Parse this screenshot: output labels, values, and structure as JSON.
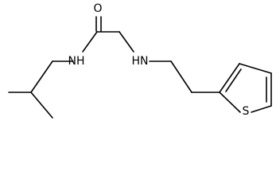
{
  "atoms": {
    "carbonyl_oxygen": "O",
    "amide_nitrogen": "NH",
    "amine_nitrogen": "HN",
    "thiophene_sulfur": "S"
  }
}
